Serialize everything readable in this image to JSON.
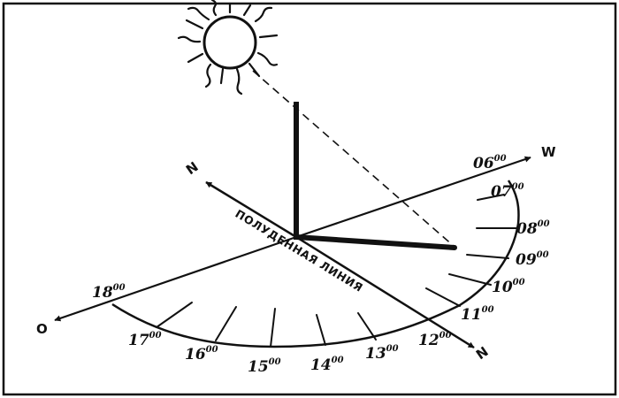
{
  "noon_line_label": "ПОЛУДЕННАЯ ЛИНИЯ",
  "directions": {
    "west": "W",
    "east": "O",
    "north_top": "N",
    "north_bottom": "N"
  },
  "hours": [
    {
      "hh": "06",
      "mm": "00"
    },
    {
      "hh": "07",
      "mm": "00"
    },
    {
      "hh": "08",
      "mm": "00"
    },
    {
      "hh": "09",
      "mm": "00"
    },
    {
      "hh": "10",
      "mm": "00"
    },
    {
      "hh": "11",
      "mm": "00"
    },
    {
      "hh": "12",
      "mm": "00"
    },
    {
      "hh": "13",
      "mm": "00"
    },
    {
      "hh": "14",
      "mm": "00"
    },
    {
      "hh": "15",
      "mm": "00"
    },
    {
      "hh": "16",
      "mm": "00"
    },
    {
      "hh": "17",
      "mm": "00"
    },
    {
      "hh": "18",
      "mm": "00"
    }
  ]
}
